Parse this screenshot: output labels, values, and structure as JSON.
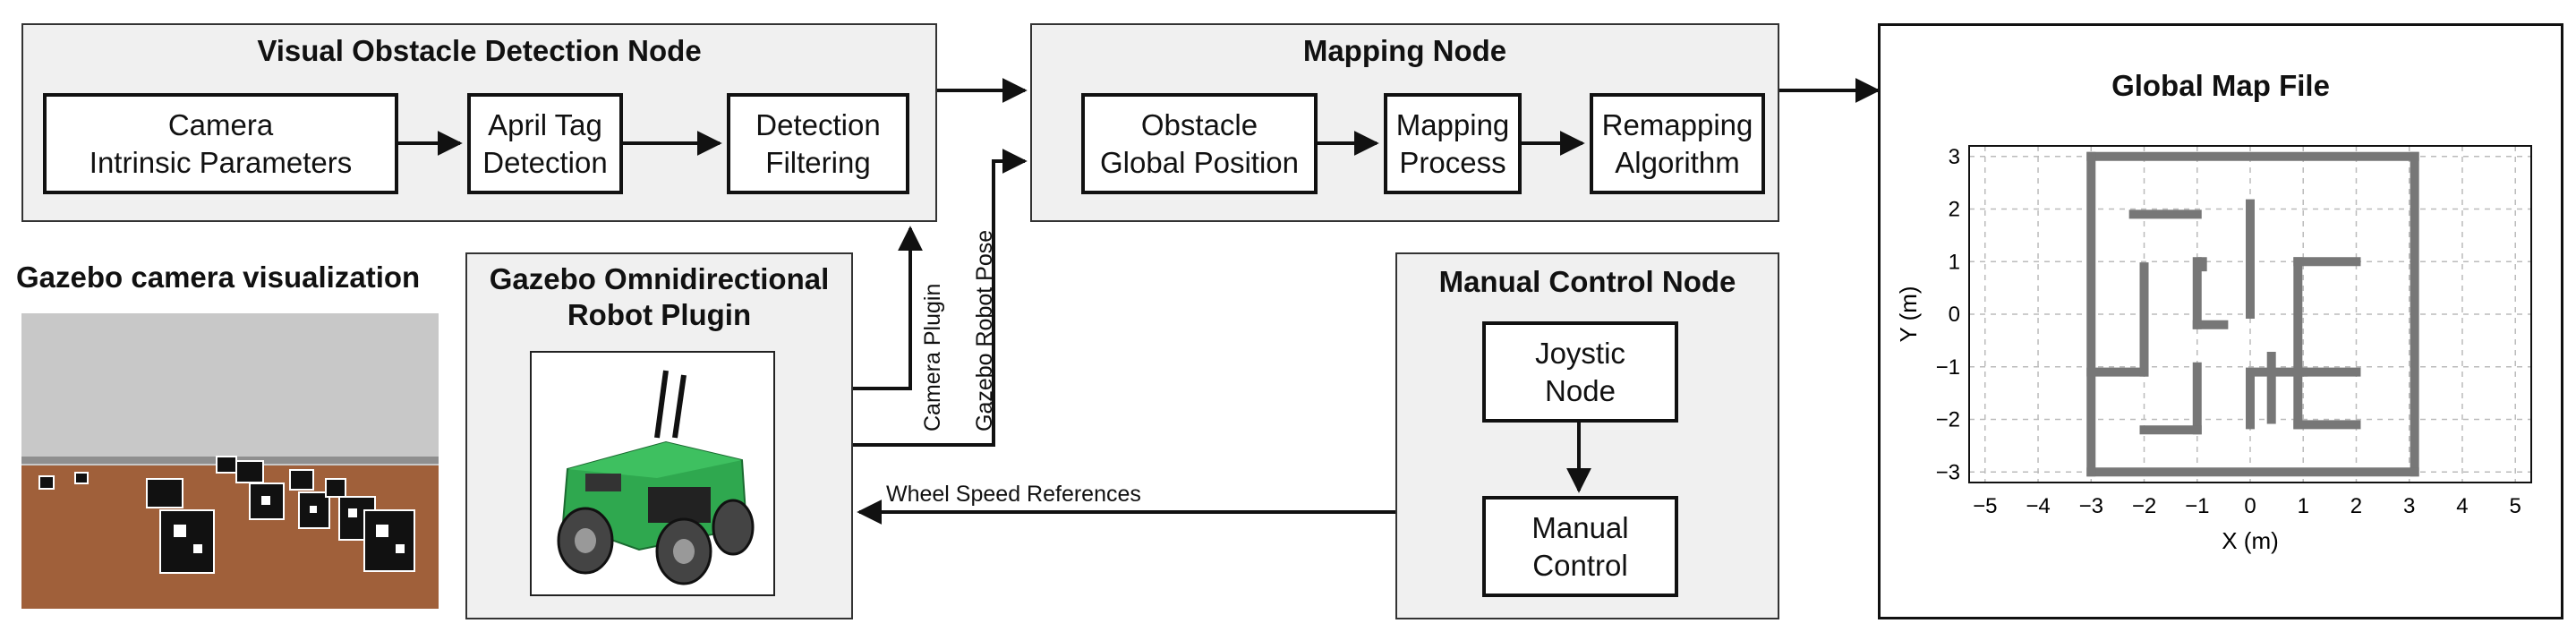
{
  "visual_node": {
    "title": "Visual Obstacle Detection Node",
    "camera": "Camera\nIntrinsic Parameters",
    "april": "April Tag\nDetection",
    "filter": "Detection\nFiltering"
  },
  "mapping_node": {
    "title": "Mapping Node",
    "obstacle": "Obstacle\nGlobal Position",
    "process": "Mapping\nProcess",
    "remap": "Remapping\nAlgorithm"
  },
  "gazebo_vis": {
    "title": "Gazebo camera visualization"
  },
  "robot_plugin": {
    "title": "Gazebo Omnidirectional\nRobot Plugin"
  },
  "manual_node": {
    "title": "Manual Control Node",
    "joystick": "Joystic\nNode",
    "control": "Manual\nControl"
  },
  "edges": {
    "camera_plugin": "Camera Plugin",
    "robot_pose": "Gazebo Robot Pose",
    "wheel_speed": "Wheel Speed References"
  },
  "map": {
    "title": "Global Map File",
    "xlabel": "X (m)",
    "ylabel": "Y (m)",
    "xticks": [
      "−5",
      "−4",
      "−3",
      "−2",
      "−1",
      "0",
      "1",
      "2",
      "3",
      "4",
      "5"
    ],
    "yticks": [
      "3",
      "2",
      "1",
      "0",
      "−1",
      "−2",
      "−3"
    ]
  },
  "colors": {
    "robot_green": "#2fa84f",
    "ground": "#a0603a",
    "sky": "#c8c8c8",
    "wall": "#777777"
  }
}
